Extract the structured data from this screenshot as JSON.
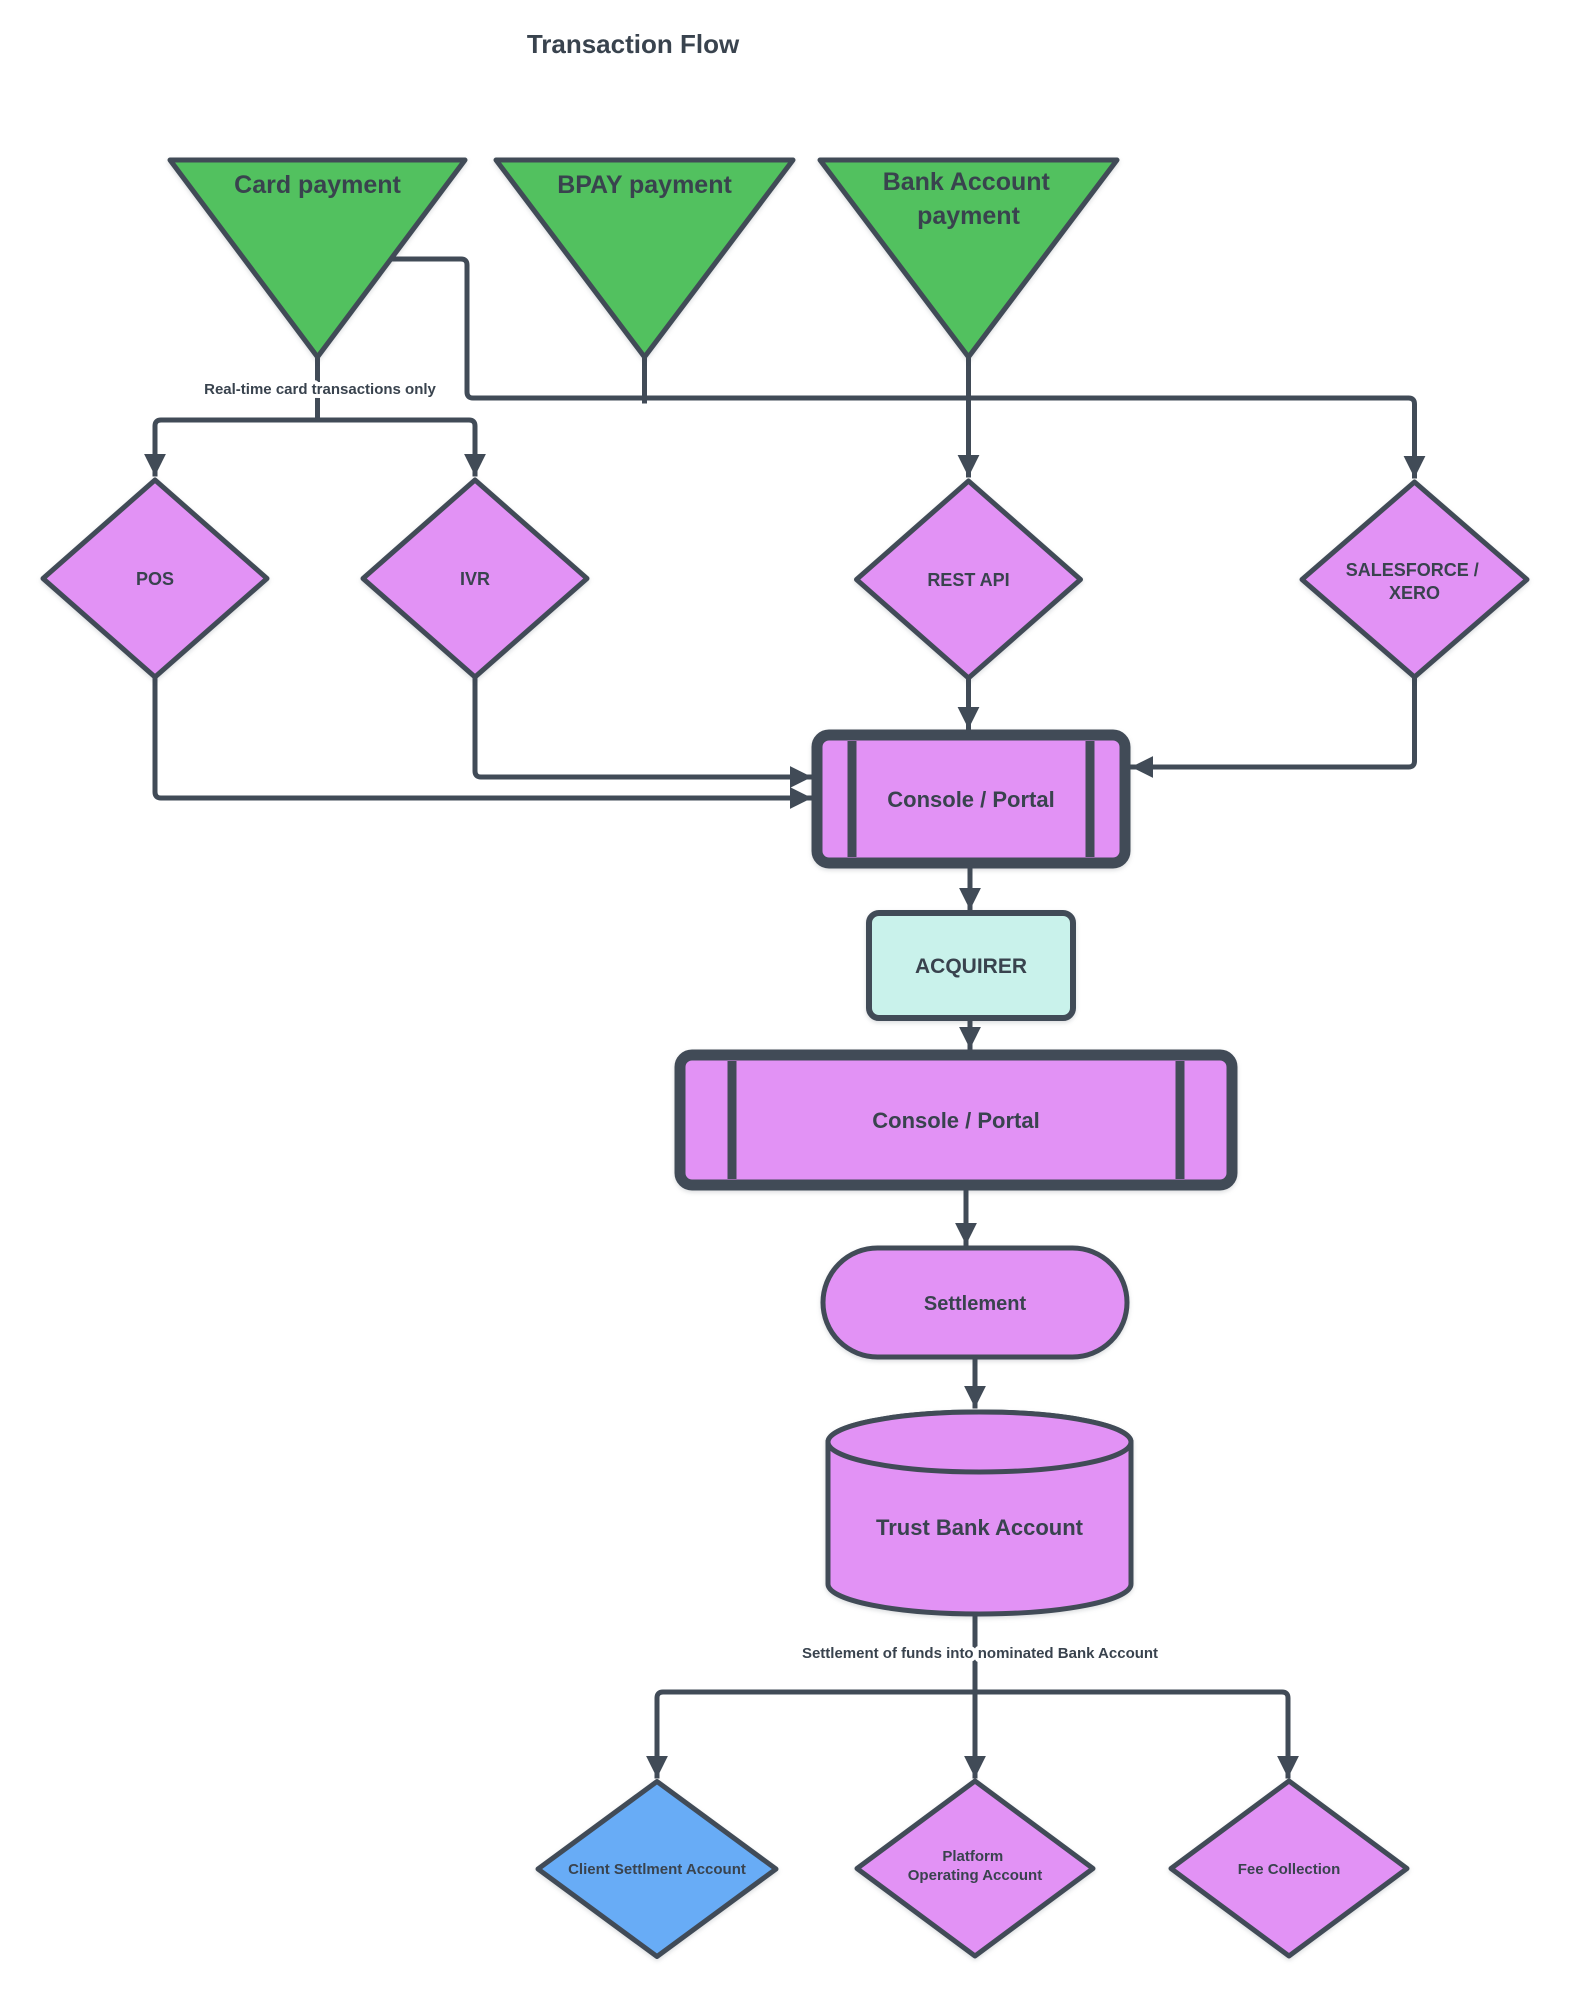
{
  "title": "Transaction Flow",
  "colors": {
    "green": "#52c15f",
    "purple": "#e292f5",
    "cyan": "#c9f2eb",
    "blue": "#68acf6",
    "line": "#414b57",
    "text": "#39434e"
  },
  "nodes": {
    "card_payment": {
      "label": "Card payment"
    },
    "bpay_payment": {
      "label": "BPAY payment"
    },
    "bank_account_payment": {
      "label1": "Bank Account",
      "label2": "payment"
    },
    "pos": {
      "label": "POS"
    },
    "ivr": {
      "label": "IVR"
    },
    "rest_api": {
      "label": "REST API"
    },
    "salesforce_xero": {
      "label1": "SALESFORCE /",
      "label2": "XERO"
    },
    "console_portal_1": {
      "label": "Console / Portal"
    },
    "acquirer": {
      "label": "ACQUIRER"
    },
    "console_portal_2": {
      "label": "Console / Portal"
    },
    "settlement": {
      "label": "Settlement"
    },
    "trust_bank_account": {
      "label": "Trust Bank Account"
    },
    "client_settlement_account": {
      "label": "Client Settlment Account"
    },
    "platform_operating_account": {
      "label1": "Platform",
      "label2": "Operating Account"
    },
    "fee_collection": {
      "label": "Fee Collection"
    }
  },
  "annotations": {
    "realtime_note": "Real-time card transactions only",
    "settlement_note": "Settlement of funds into nominated Bank Account"
  }
}
